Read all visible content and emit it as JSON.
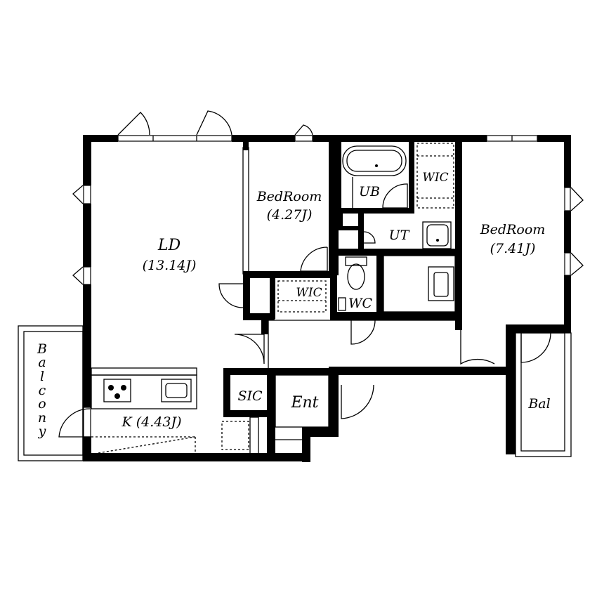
{
  "rooms": {
    "ld_name": "LD",
    "ld_size": "(13.14J)",
    "bed1_name": "BedRoom",
    "bed1_size": "(4.27J)",
    "bed2_name": "BedRoom",
    "bed2_size": "(7.41J)",
    "ub": "UB",
    "wic_top": "WIC",
    "ut": "UT",
    "wic_mid": "WIC",
    "wc": "WC",
    "sic": "SIC",
    "ent": "Ent",
    "kitchen": "K (4.43J)",
    "bal": "Bal",
    "balcony_letters": [
      "B",
      "a",
      "l",
      "c",
      "o",
      "n",
      "y"
    ]
  }
}
